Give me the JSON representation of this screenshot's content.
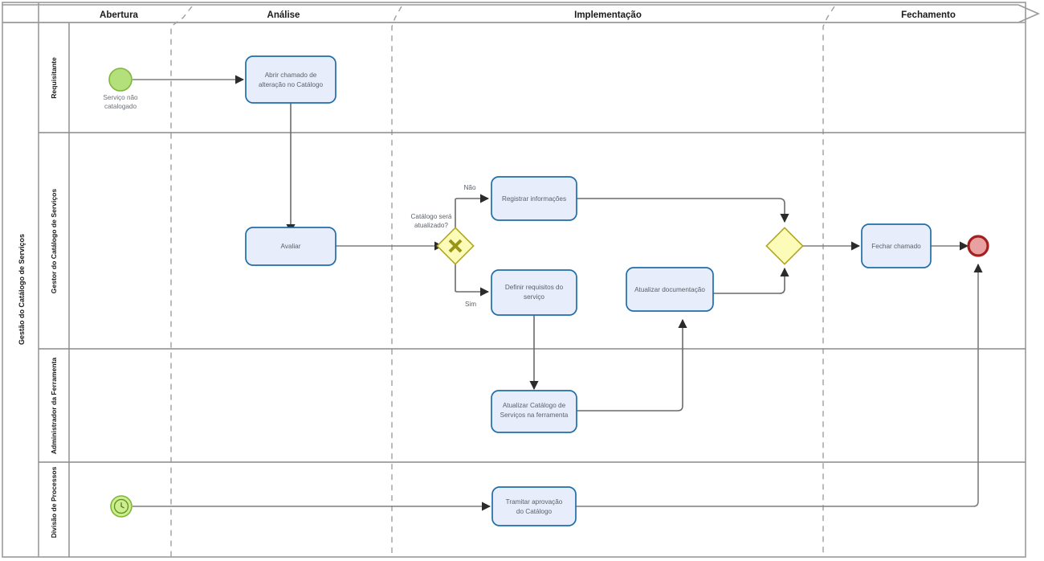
{
  "diagram": {
    "type": "bpmn-process",
    "pool": {
      "name": "Gestão do Catálogo de Serviços"
    },
    "phases": [
      {
        "id": "abertura",
        "label": "Abertura"
      },
      {
        "id": "analise",
        "label": "Análise"
      },
      {
        "id": "implementacao",
        "label": "Implementação"
      },
      {
        "id": "fechamento",
        "label": "Fechamento"
      }
    ],
    "lanes": [
      {
        "id": "requisitante",
        "label": "Requisitante"
      },
      {
        "id": "gestor",
        "label": "Gestor do Catálogo de Serviços"
      },
      {
        "id": "admin",
        "label": "Administrador da Ferramenta"
      },
      {
        "id": "divisao",
        "label": "Divisão de Processos"
      }
    ],
    "events": [
      {
        "id": "start-servico",
        "kind": "start-none",
        "label_line1": "Serviço não",
        "label_line2": "catalogado",
        "lane": "requisitante",
        "phase": "abertura"
      },
      {
        "id": "start-timer",
        "kind": "start-timer",
        "label_line1": "",
        "label_line2": "",
        "lane": "divisao",
        "phase": "abertura"
      },
      {
        "id": "end-event",
        "kind": "end-none",
        "label_line1": "",
        "label_line2": "",
        "lane": "gestor",
        "phase": "fechamento"
      }
    ],
    "tasks": [
      {
        "id": "abrir-chamado",
        "line1": "Abrir chamado de",
        "line2": "alteração no Catálogo",
        "lane": "requisitante",
        "phase": "analise"
      },
      {
        "id": "avaliar",
        "line1": "Avaliar",
        "line2": "",
        "lane": "gestor",
        "phase": "analise"
      },
      {
        "id": "registrar-informacoes",
        "line1": "Registrar informações",
        "line2": "",
        "lane": "gestor",
        "phase": "implementacao"
      },
      {
        "id": "definir-requisitos",
        "line1": "Definir requisitos do",
        "line2": "serviço",
        "lane": "gestor",
        "phase": "implementacao"
      },
      {
        "id": "atualizar-documentacao",
        "line1": "Atualizar documentação",
        "line2": "",
        "lane": "gestor",
        "phase": "implementacao"
      },
      {
        "id": "fechar-chamado",
        "line1": "Fechar chamado",
        "line2": "",
        "lane": "gestor",
        "phase": "fechamento"
      },
      {
        "id": "atualizar-catalogo-ferramenta",
        "line1": "Atualizar Catálogo de",
        "line2": "Serviços na ferramenta",
        "lane": "admin",
        "phase": "implementacao"
      },
      {
        "id": "tramitar-aprovacao",
        "line1": "Tramitar aprovação",
        "line2": "do Catálogo",
        "lane": "divisao",
        "phase": "implementacao"
      }
    ],
    "gateways": [
      {
        "id": "gw-catalogo",
        "kind": "exclusive",
        "question_line1": "Catálogo será",
        "question_line2": "atualizado?",
        "lane": "gestor",
        "phase": "analise"
      },
      {
        "id": "gw-merge",
        "kind": "exclusive-plain",
        "question_line1": "",
        "question_line2": "",
        "lane": "gestor",
        "phase": "implementacao"
      }
    ],
    "flow_labels": [
      {
        "id": "flow-nao",
        "label": "Não",
        "from": "gw-catalogo",
        "to": "registrar-informacoes"
      },
      {
        "id": "flow-sim",
        "label": "Sim",
        "from": "gw-catalogo",
        "to": "definir-requisitos"
      }
    ],
    "colors": {
      "task_fill": "#e8edfb",
      "task_stroke": "#1f6ea8",
      "gateway_fill": "#fcfcb8",
      "gateway_stroke": "#b0a722",
      "start_fill": "#b4e07c",
      "start_stroke": "#7fb63a",
      "end_fill": "#e8a0a0",
      "end_stroke": "#a51f1f",
      "flow_stroke": "#7e7e7e",
      "lane_stroke": "#8a8a8a"
    }
  }
}
